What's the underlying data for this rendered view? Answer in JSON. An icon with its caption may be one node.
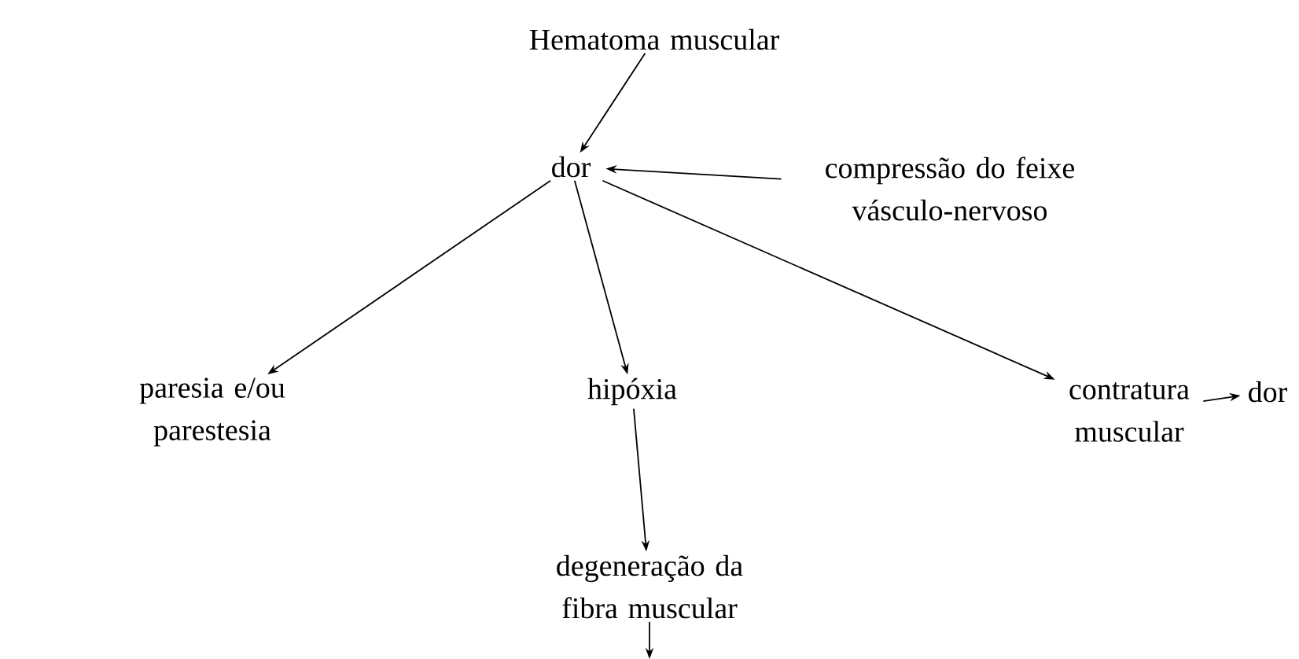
{
  "diagram": {
    "nodes": [
      {
        "text": [
          "Hematoma muscular"
        ]
      },
      {
        "text": [
          "dor"
        ]
      },
      {
        "text": [
          "compressão do feixe vásculo-nervoso"
        ]
      },
      {
        "text": [
          "paresia e/ou parestesia"
        ]
      },
      {
        "text": [
          "hipóxia"
        ]
      },
      {
        "text": [
          "contratura muscular"
        ]
      },
      {
        "text": [
          "dor"
        ]
      },
      {
        "text": [
          "degeneração da fibra muscular"
        ]
      }
    ],
    "edges": [
      {
        "from": 0,
        "to": 1,
        "arrow": "to"
      },
      {
        "from": 2,
        "to": 1,
        "arrow": "to"
      },
      {
        "from": 1,
        "to": 3,
        "arrow": "to"
      },
      {
        "from": 1,
        "to": 4,
        "arrow": "to"
      },
      {
        "from": 1,
        "to": 5,
        "arrow": "to"
      },
      {
        "from": 5,
        "to": 6,
        "arrow": "to"
      },
      {
        "from": 4,
        "to": 7,
        "arrow": "to"
      },
      {
        "from": 7,
        "to": null,
        "arrow": "to"
      }
    ]
  }
}
